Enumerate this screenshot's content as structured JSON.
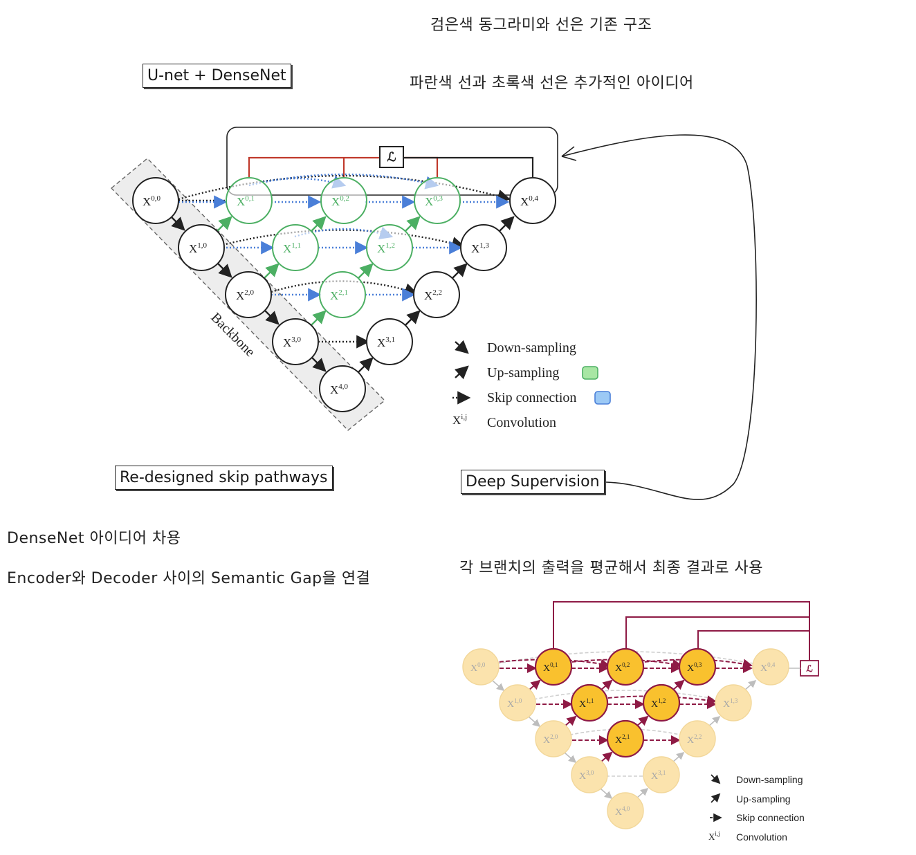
{
  "notes": {
    "black_structure": "검은색 동그라미와 선은 기존 구조",
    "blue_green_ideas": "파란색 선과 초록색 선은 추가적인 아이디어",
    "densenet_idea": "DenseNet 아이디어 차용",
    "semantic_gap": "Encoder와 Decoder 사이의 Semantic Gap을 연결",
    "branch_average": "각 브랜치의 출력을 평균해서 최종 결과로 사용"
  },
  "labels": {
    "unet_densenet": "U-net + DenseNet",
    "redesigned": "Re-designed skip pathways",
    "deep_supervision": "Deep Supervision"
  },
  "diagram_top": {
    "backbone": "Backbone",
    "loss": "ℒ",
    "nodes": {
      "x00": {
        "base": "X",
        "sup": "0,0"
      },
      "x10": {
        "base": "X",
        "sup": "1,0"
      },
      "x20": {
        "base": "X",
        "sup": "2,0"
      },
      "x30": {
        "base": "X",
        "sup": "3,0"
      },
      "x40": {
        "base": "X",
        "sup": "4,0"
      },
      "x01": {
        "base": "X",
        "sup": "0,1"
      },
      "x02": {
        "base": "X",
        "sup": "0,2"
      },
      "x03": {
        "base": "X",
        "sup": "0,3"
      },
      "x04": {
        "base": "X",
        "sup": "0,4"
      },
      "x11": {
        "base": "X",
        "sup": "1,1"
      },
      "x12": {
        "base": "X",
        "sup": "1,2"
      },
      "x13": {
        "base": "X",
        "sup": "1,3"
      },
      "x21": {
        "base": "X",
        "sup": "2,1"
      },
      "x22": {
        "base": "X",
        "sup": "2,2"
      },
      "x31": {
        "base": "X",
        "sup": "3,1"
      }
    },
    "legend": {
      "down": "Down-sampling",
      "up": "Up-sampling",
      "skip": "Skip connection",
      "conv": "Convolution",
      "conv_symbol_base": "X",
      "conv_symbol_sup": "i,j"
    },
    "colors": {
      "green": "#4caf63",
      "blue": "#4a7fd8",
      "red": "#c0392b"
    }
  },
  "diagram_bottom": {
    "loss": "ℒ",
    "nodes": {
      "x00": {
        "base": "X",
        "sup": "0,0"
      },
      "x10": {
        "base": "X",
        "sup": "1,0"
      },
      "x20": {
        "base": "X",
        "sup": "2,0"
      },
      "x30": {
        "base": "X",
        "sup": "3,0"
      },
      "x40": {
        "base": "X",
        "sup": "4,0"
      },
      "x01": {
        "base": "X",
        "sup": "0,1"
      },
      "x02": {
        "base": "X",
        "sup": "0,2"
      },
      "x03": {
        "base": "X",
        "sup": "0,3"
      },
      "x04": {
        "base": "X",
        "sup": "0,4"
      },
      "x11": {
        "base": "X",
        "sup": "1,1"
      },
      "x12": {
        "base": "X",
        "sup": "1,2"
      },
      "x13": {
        "base": "X",
        "sup": "1,3"
      },
      "x21": {
        "base": "X",
        "sup": "2,1"
      },
      "x22": {
        "base": "X",
        "sup": "2,2"
      },
      "x31": {
        "base": "X",
        "sup": "3,1"
      }
    },
    "legend": {
      "down": "Down-sampling",
      "up": "Up-sampling",
      "skip": "Skip connection",
      "conv": "Convolution",
      "conv_symbol_base": "X",
      "conv_symbol_sup": "i,j"
    },
    "colors": {
      "maroon": "#8e1a45",
      "gold": "#f9c12e",
      "pale": "#fbe3ad"
    }
  }
}
